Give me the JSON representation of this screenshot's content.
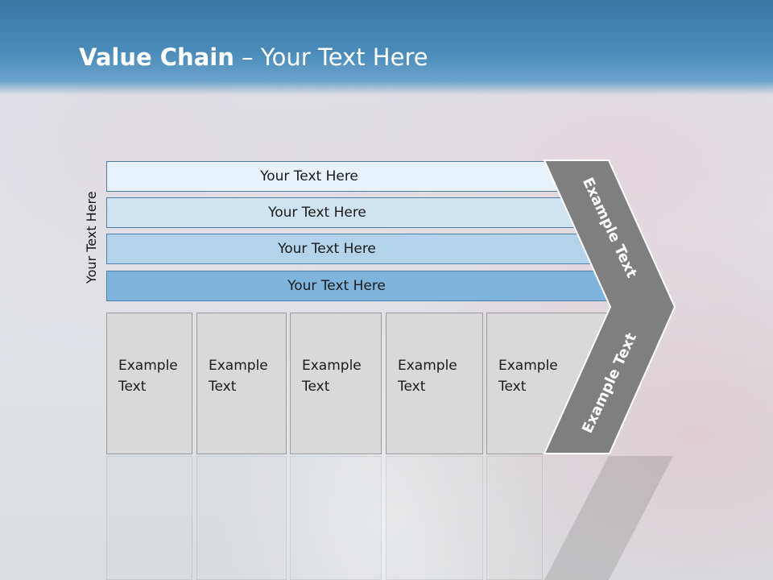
{
  "slide": {
    "title_bold": "Value Chain",
    "title_rest": " – Your Text Here",
    "side_label": "Your Text Here",
    "bands": [
      "Your Text Here",
      "Your Text Here",
      "Your Text Here",
      "Your Text Here"
    ],
    "boxes": [
      {
        "line1": "Example",
        "line2": "Text"
      },
      {
        "line1": "Example",
        "line2": "Text"
      },
      {
        "line1": "Example",
        "line2": "Text"
      },
      {
        "line1": "Example",
        "line2": "Text"
      },
      {
        "line1": "Example",
        "line2": "Text"
      }
    ],
    "arrow_top_text": "Example Text",
    "arrow_bottom_text": "Example Text"
  },
  "colors": {
    "header": "#4a8bb9",
    "band_1": "#e8f2fa",
    "band_2": "#cfe3f1",
    "band_3": "#b2d3ea",
    "band_4": "#7fb4dc",
    "box": "#d9d9d9",
    "arrow": "#7f7f7f"
  }
}
